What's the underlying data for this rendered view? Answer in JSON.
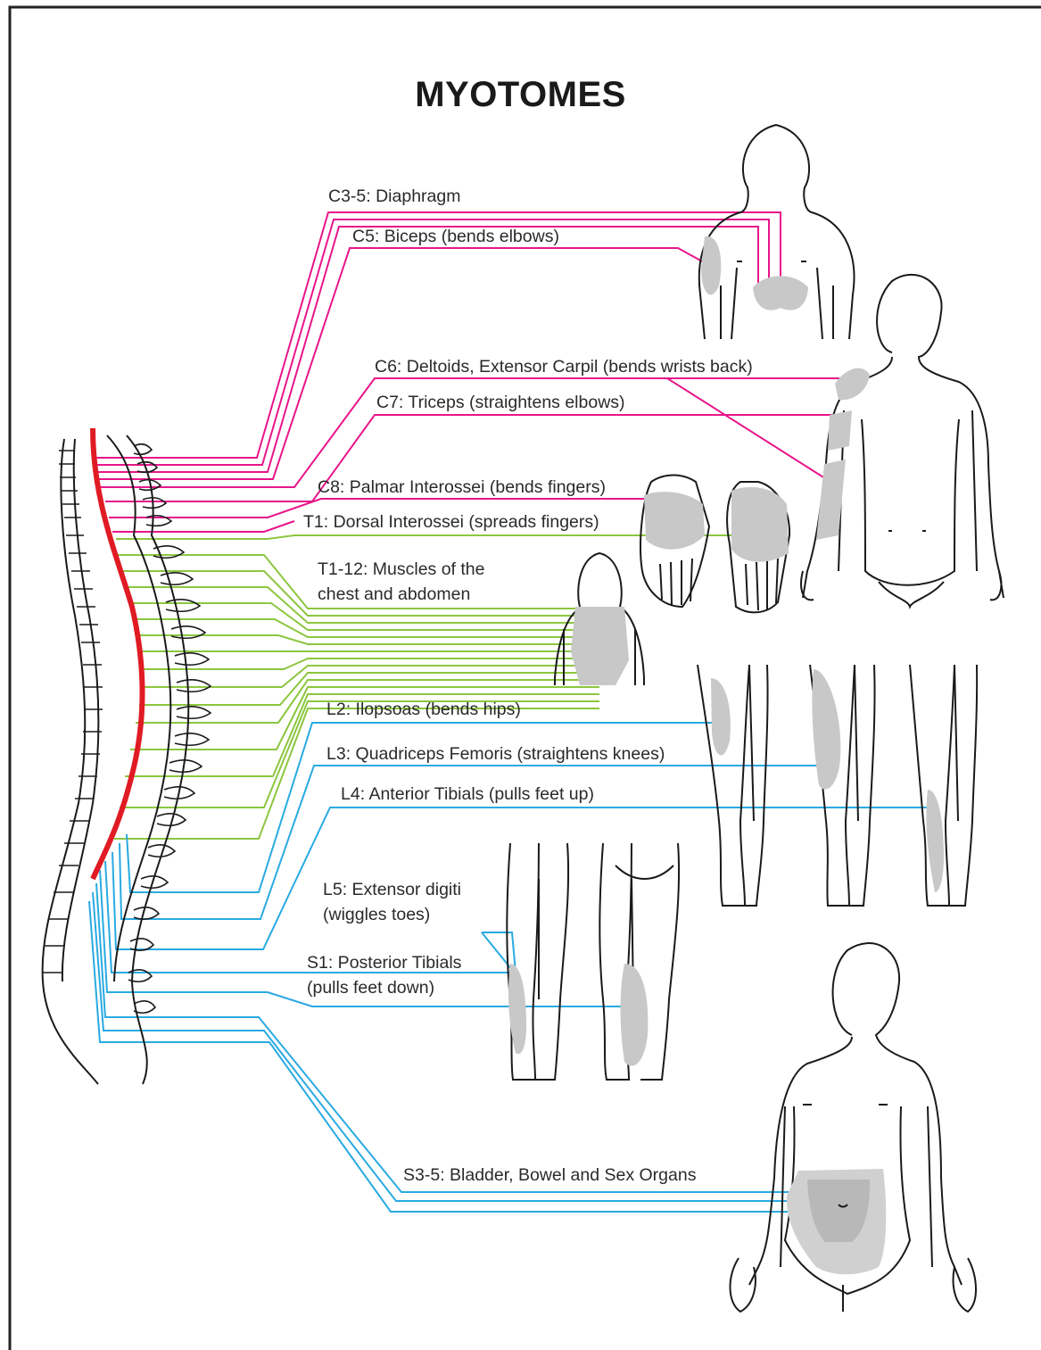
{
  "title": "MYOTOMES",
  "colors": {
    "cervical": "#e8158a",
    "thoracic": "#8cc63f",
    "lumbosacral": "#29aae2",
    "spinal_cord": "#e01b24",
    "shading": "#c8c8c8"
  },
  "labels": [
    {
      "id": "c3-5",
      "line1": "C3-5: Diaphragm",
      "line2": ""
    },
    {
      "id": "c5",
      "line1": "C5: Biceps (bends elbows)",
      "line2": ""
    },
    {
      "id": "c6",
      "line1": "C6: Deltoids, Extensor Carpil (bends wrists back)",
      "line2": ""
    },
    {
      "id": "c7",
      "line1": "C7: Triceps (straightens elbows)",
      "line2": ""
    },
    {
      "id": "c8",
      "line1": "C8: Palmar Interossei (bends fingers)",
      "line2": ""
    },
    {
      "id": "t1",
      "line1": "T1: Dorsal Interossei (spreads fingers)",
      "line2": ""
    },
    {
      "id": "t1-12",
      "line1": "T1-12: Muscles of the",
      "line2": "chest and abdomen"
    },
    {
      "id": "l2",
      "line1": "L2: Ilopsoas (bends hips)",
      "line2": ""
    },
    {
      "id": "l3",
      "line1": "L3: Quadriceps Femoris (straightens knees)",
      "line2": ""
    },
    {
      "id": "l4",
      "line1": "L4: Anterior Tibials (pulls feet up)",
      "line2": ""
    },
    {
      "id": "l5",
      "line1": "L5: Extensor digiti",
      "line2": "(wiggles toes)"
    },
    {
      "id": "s1",
      "line1": "S1: Posterior Tibials",
      "line2": "(pulls feet down)"
    },
    {
      "id": "s3-5",
      "line1": "S3-5: Bladder, Bowel and Sex Organs",
      "line2": ""
    }
  ]
}
